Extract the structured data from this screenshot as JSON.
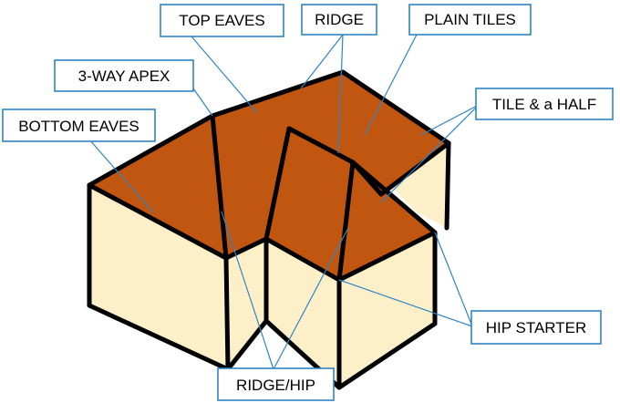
{
  "colors": {
    "roof": "#c0560f",
    "wall": "#fdf0c9",
    "outline": "#000000",
    "label_border": "#2e84c6",
    "leader_line": "#2e84c6"
  },
  "labels": {
    "top_eaves": "TOP EAVES",
    "ridge": "RIDGE",
    "plain_tiles": "PLAIN TILES",
    "three_way_apex": "3-WAY APEX",
    "tile_and_half": "TILE & a HALF",
    "bottom_eaves": "BOTTOM EAVES",
    "hip_starter": "HIP STARTER",
    "ridge_hip": "RIDGE/HIP"
  }
}
